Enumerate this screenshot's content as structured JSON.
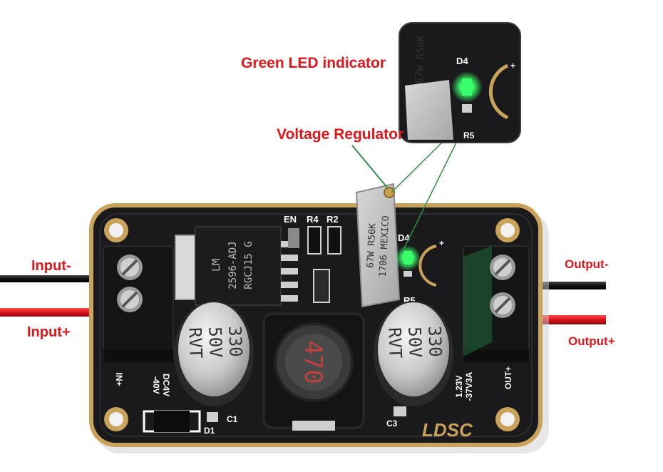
{
  "labels": {
    "green_led": "Green LED indicator",
    "voltage_regulator": "Voltage Regulator",
    "input_minus": "Input-",
    "input_plus": "Input+",
    "output_minus": "Output-",
    "output_plus": "Output+"
  },
  "silkscreen": {
    "en": "EN",
    "r4": "R4",
    "r2": "R2",
    "d4": "D4",
    "r5": "R5",
    "in_plus": "IN+",
    "dc_range": "DC4V",
    "dc_range_2": "-40V",
    "out_range": "1.23V",
    "out_range_2": "-37V3A",
    "out_plus": "OUT+",
    "c1": "C1",
    "d1": "D1",
    "c3": "C3",
    "brand": "LDSC"
  },
  "chip": {
    "brand": "LM",
    "line1": "2596-ADJ",
    "line2": "RGCJ15 G"
  },
  "inductor": {
    "marking": "470"
  },
  "capacitor_left": {
    "line1": "330",
    "line2": "50V",
    "line3": "RVT"
  },
  "capacitor_right": {
    "line1": "330",
    "line2": "50V",
    "line3": "RVT"
  },
  "potentiometer": {
    "line1": "67W R50K",
    "line2": "1706 MEXICO"
  },
  "colors": {
    "label_red": "#e0161b",
    "pcb": "#1a1a1c",
    "gold": "#c9a35a",
    "led_green": "#39ff6a",
    "wire_red": "#d8141b",
    "wire_black": "#111111"
  }
}
